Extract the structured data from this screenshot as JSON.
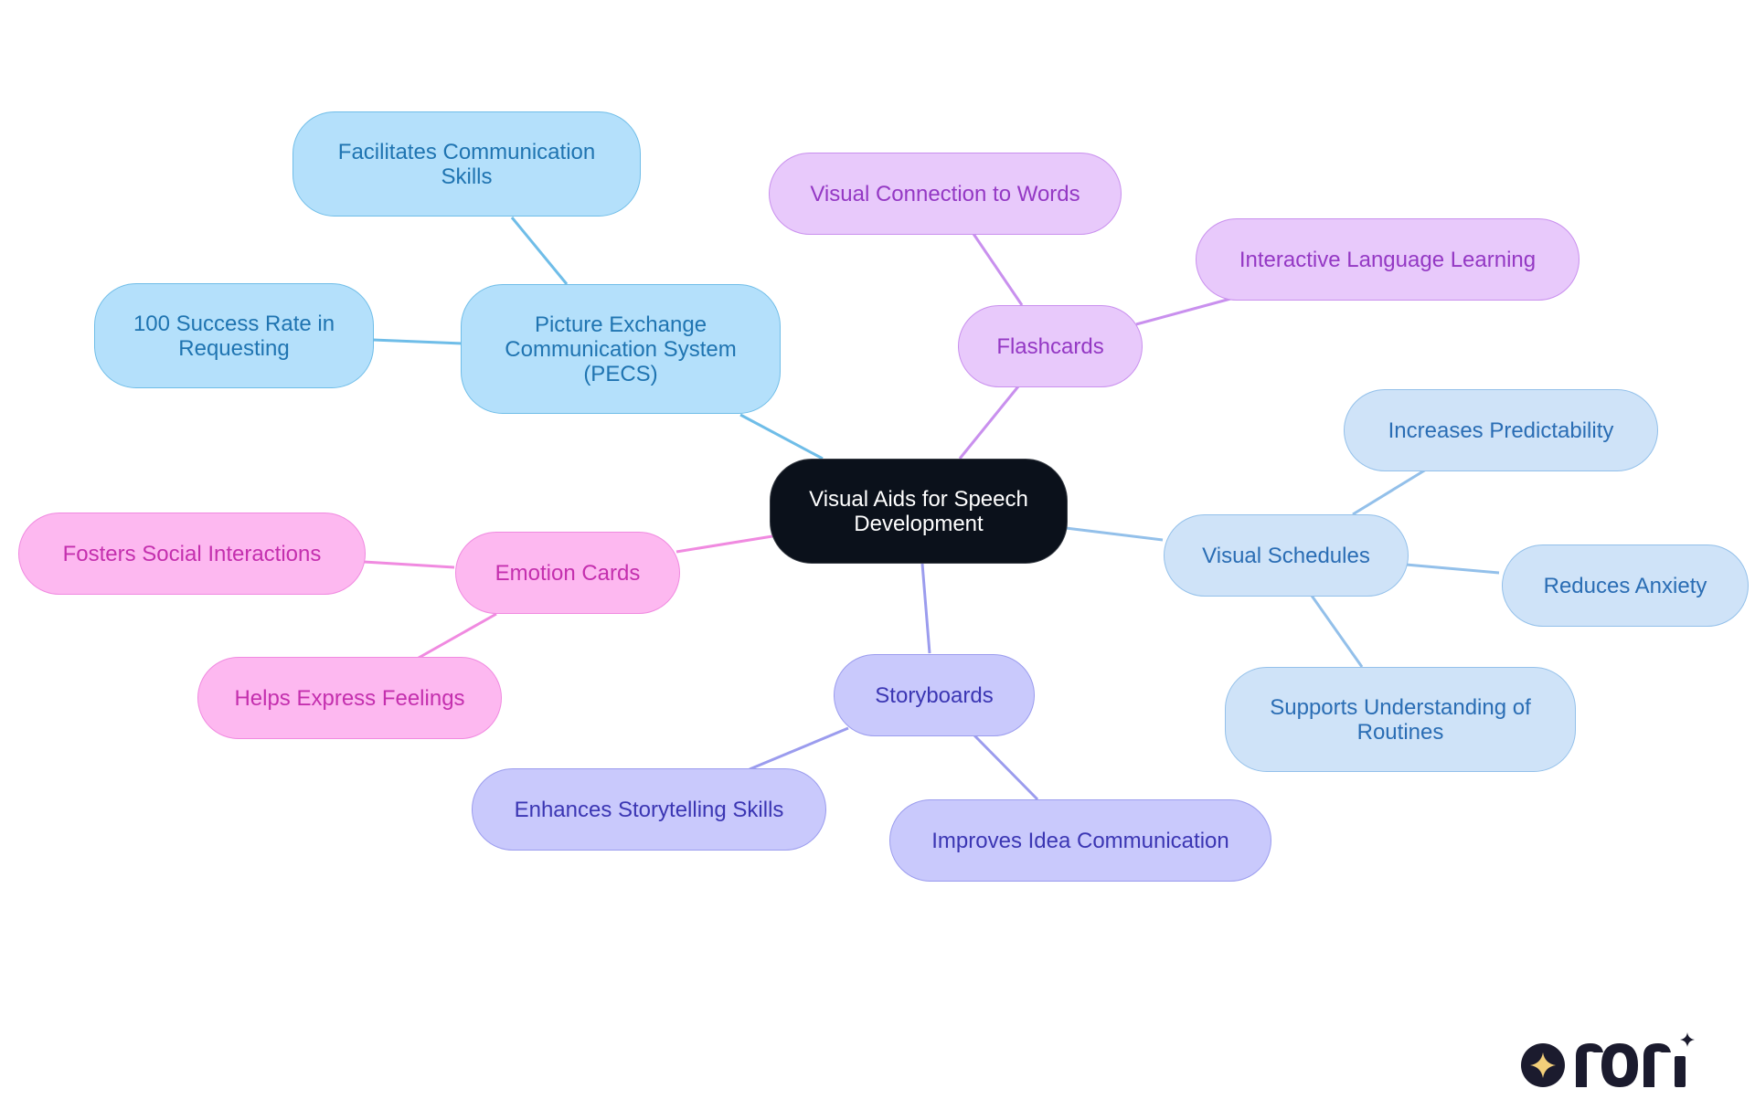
{
  "center": {
    "label": "Visual Aids for Speech\nDevelopment"
  },
  "branches": [
    {
      "id": "pecs",
      "label": "Picture Exchange\nCommunication System\n(PECS)",
      "color": "#6fbde8",
      "children": [
        {
          "label": "Facilitates Communication\nSkills"
        },
        {
          "label": "100 Success Rate in\nRequesting"
        }
      ]
    },
    {
      "id": "flash",
      "label": "Flashcards",
      "color": "#c990ee",
      "children": [
        {
          "label": "Visual Connection to Words"
        },
        {
          "label": "Interactive Language Learning"
        }
      ]
    },
    {
      "id": "sched",
      "label": "Visual Schedules",
      "color": "#93c0ea",
      "children": [
        {
          "label": "Increases Predictability"
        },
        {
          "label": "Reduces Anxiety"
        },
        {
          "label": "Supports Understanding of\nRoutines"
        }
      ]
    },
    {
      "id": "story",
      "label": "Storyboards",
      "color": "#9b9cee",
      "children": [
        {
          "label": "Enhances Storytelling Skills"
        },
        {
          "label": "Improves Idea Communication"
        }
      ]
    },
    {
      "id": "emotion",
      "label": "Emotion Cards",
      "color": "#f08ae0",
      "children": [
        {
          "label": "Fosters Social Interactions"
        },
        {
          "label": "Helps Express Feelings"
        }
      ]
    }
  ],
  "logo": {
    "text": "rori",
    "icon": "sparkle-icon"
  }
}
